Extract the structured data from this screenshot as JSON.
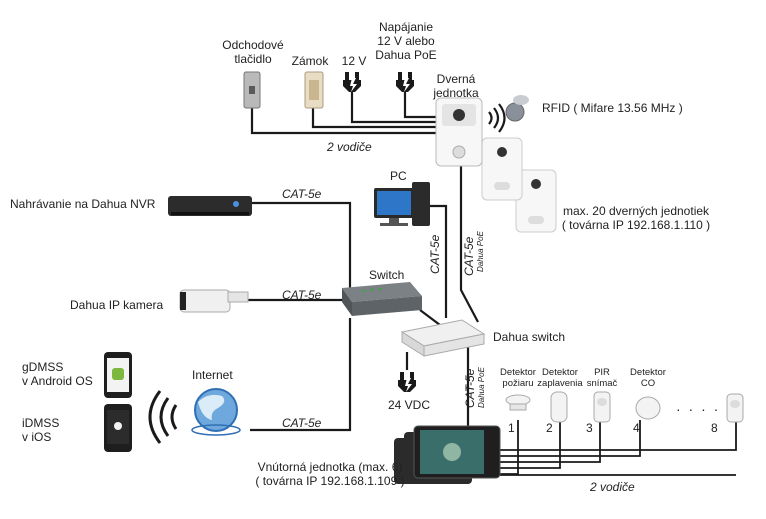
{
  "labels": {
    "exit_button": [
      "Odchodové",
      "tlačidlo"
    ],
    "lock": "Zámok",
    "voltage_12v": "12 V",
    "power_supply": [
      "Napájanie",
      "12 V alebo",
      "Dahua PoE"
    ],
    "door_unit": [
      "Dverná",
      "jednotka"
    ],
    "rfid": "RFID ( Mifare 13.56 MHz )",
    "two_wire_top": "2 vodiče",
    "pc": "PC",
    "max_door_units": [
      "max. 20 dverných jednotiek",
      "( továrna IP 192.168.1.110 )"
    ],
    "nvr": "Nahrávanie na Dahua NVR",
    "cat5e_nvr": "CAT-5e",
    "cat5e_pc": "CAT-5e",
    "cat5e_door": "CAT-5e",
    "dahua_poe_door": "Dahua PoE",
    "switch": "Switch",
    "ip_camera": "Dahua IP kamera",
    "cat5e_camera": "CAT-5e",
    "dahua_switch": "Dahua switch",
    "gdmss": [
      "gDMSS",
      "v Android OS"
    ],
    "idmss": [
      "iDMSS",
      "v iOS"
    ],
    "internet": "Internet",
    "cat5e_internet": "CAT-5e",
    "vdc": "24 VDC",
    "cat5e_indoor": "CAT-5e",
    "dahua_poe_indoor": "Dahua PoE",
    "indoor_unit": [
      "Vnútorná jednotka (max. 6)",
      "( továrna IP 192.168.1.109 )"
    ],
    "two_wire_bottom": "2 vodiče",
    "detectors": [
      {
        "name": [
          "Detektor",
          "požiaru"
        ],
        "num": "1"
      },
      {
        "name": [
          "Detektor",
          "zaplavenia"
        ],
        "num": "2"
      },
      {
        "name": [
          "PIR",
          "snímač"
        ],
        "num": "3"
      },
      {
        "name": [
          "Detektor",
          "CO"
        ],
        "num": "4"
      },
      {
        "name": [
          "",
          ""
        ],
        "num": "8"
      }
    ],
    "dots": "· · · ·"
  },
  "icons": [
    "exit-button-icon",
    "lock-icon",
    "plug-icon",
    "door-station-icon",
    "rfid-tag-icon",
    "wifi-icon",
    "nvr-icon",
    "pc-icon",
    "switch-icon",
    "ip-camera-icon",
    "poe-switch-icon",
    "android-phone-icon",
    "ios-phone-icon",
    "globe-icon",
    "indoor-monitor-icon",
    "smoke-detector-icon",
    "flood-detector-icon",
    "pir-sensor-icon",
    "co-detector-icon"
  ],
  "colors": {
    "line": "#1a1a1a",
    "device_white": "#f2f2f2",
    "device_dark": "#2b2b2b",
    "switch_gray": "#6e7478",
    "accent_blue": "#2f6fb3"
  }
}
